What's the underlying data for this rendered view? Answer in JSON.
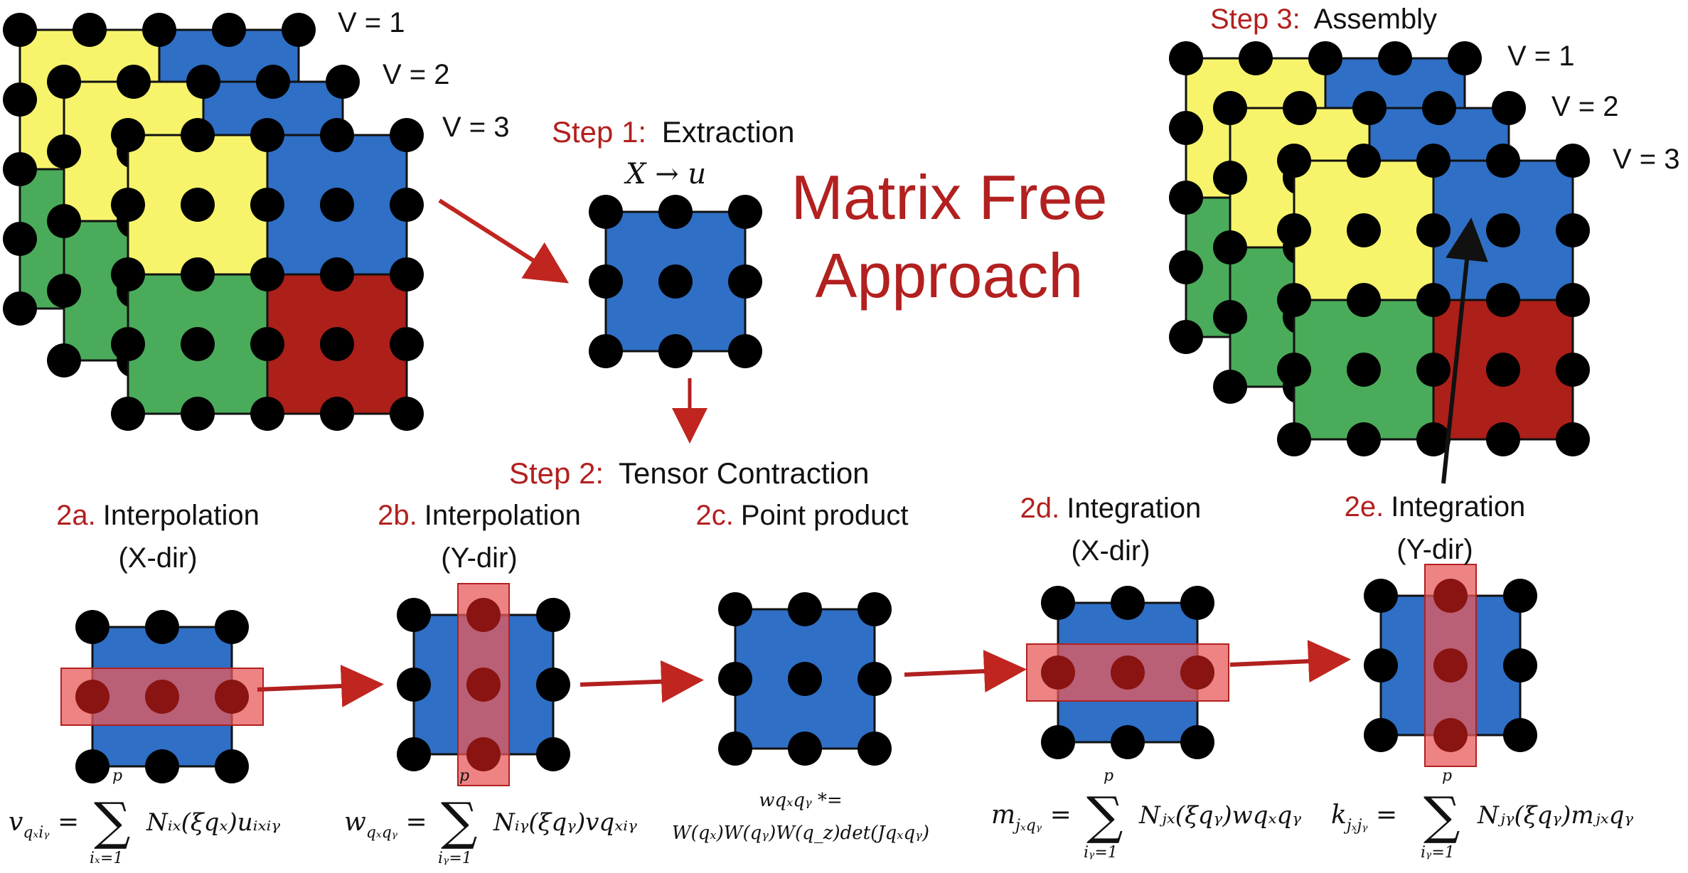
{
  "colors": {
    "blue": "#2f6fc5",
    "yellow": "#f7f46b",
    "green": "#4aac5a",
    "red": "#ad1f19",
    "dot": "#000000",
    "accent_red": "#b2201f",
    "highlight": "#e8595b"
  },
  "title": {
    "line1": "Matrix Free",
    "line2": "Approach"
  },
  "mesh_left": {
    "v1": "V = 1",
    "v2": "V = 2",
    "v3": "V = 3"
  },
  "mesh_right": {
    "v1": "V = 1",
    "v2": "V = 2",
    "v3": "V = 3"
  },
  "step1": {
    "prefix": "Step 1:",
    "name": "Extraction",
    "formula": "X  → u"
  },
  "step2": {
    "prefix": "Step 2:",
    "name": "Tensor Contraction"
  },
  "step3": {
    "prefix": "Step 3:",
    "name": "Assembly"
  },
  "substeps": [
    {
      "id": "2a",
      "prefix": "2a.",
      "name": "Interpolation",
      "sub": "(X-dir)",
      "formula": {
        "lhs": "v",
        "lhs_sub": "qₓiᵧ",
        "sum_top": "p",
        "sum_bot": "iₓ=1",
        "rhs": "Nᵢₓ(ξqₓ)uᵢₓᵢᵧ"
      }
    },
    {
      "id": "2b",
      "prefix": "2b.",
      "name": "Interpolation",
      "sub": "(Y-dir)",
      "formula": {
        "lhs": "w",
        "lhs_sub": "qₓqᵧ",
        "sum_top": "p",
        "sum_bot": "iᵧ=1",
        "rhs": "Nᵢᵧ(ξqᵧ)vqₓᵢᵧ"
      }
    },
    {
      "id": "2c",
      "prefix": "2c.",
      "name": "Point product",
      "sub": "",
      "formula": {
        "line1": "wqₓqᵧ *=",
        "line2": "W(qₓ)W(qᵧ)W(q_z)det(Jqₓqᵧ)"
      }
    },
    {
      "id": "2d",
      "prefix": "2d.",
      "name": "Integration",
      "sub": "(X-dir)",
      "formula": {
        "lhs": "m",
        "lhs_sub": "jₓqᵧ",
        "sum_top": "p",
        "sum_bot": "iᵧ=1",
        "rhs": "Nⱼₓ(ξqᵧ)wqₓqᵧ"
      }
    },
    {
      "id": "2e",
      "prefix": "2e.",
      "name": "Integration",
      "sub": "(Y-dir)",
      "formula": {
        "lhs": "k",
        "lhs_sub": "jₓjᵧ",
        "sum_top": "p",
        "sum_bot": "iᵧ=1",
        "rhs": "Nⱼᵧ(ξqᵧ)mⱼₓqᵧ"
      }
    }
  ]
}
